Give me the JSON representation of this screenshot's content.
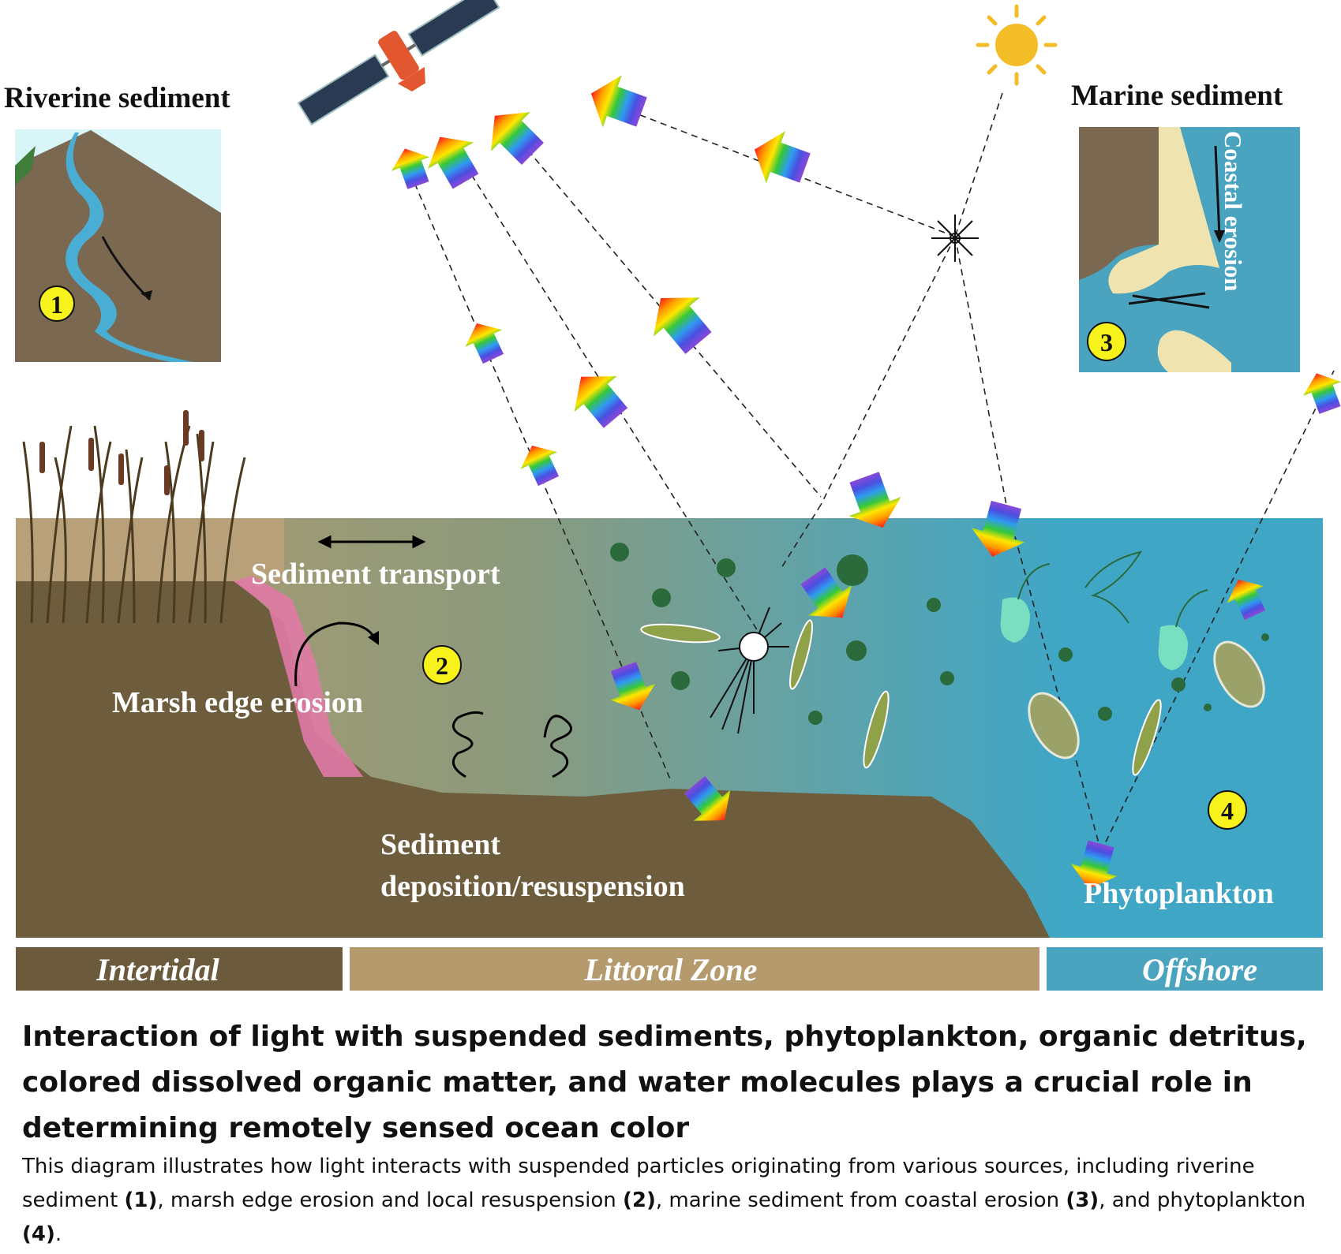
{
  "labels": {
    "riverine": "Riverine sediment",
    "marine": "Marine sediment",
    "coastal_erosion": "Coastal erosion",
    "sediment_transport": "Sediment transport",
    "marsh_edge_erosion": "Marsh edge erosion",
    "deposition_line1": "Sediment",
    "deposition_line2": "deposition/resuspension",
    "phytoplankton": "Phytoplankton"
  },
  "markers": {
    "m1": "1",
    "m2": "2",
    "m3": "3",
    "m4": "4"
  },
  "zones": {
    "intertidal": "Intertidal",
    "littoral": "Littoral Zone",
    "offshore": "Offshore"
  },
  "caption": {
    "title": "Interaction of light with suspended sediments, phytoplankton, organic detritus, colored dissolved organic matter, and water molecules plays a crucial role in determining remotely sensed ocean color",
    "body_1": "This diagram illustrates how light interacts with suspended particles originating from various sources, including riverine sediment ",
    "ref_1": "(1)",
    "body_2": ", marsh edge erosion and local resuspension ",
    "ref_2": "(2)",
    "body_3": ", marine sediment from coastal erosion ",
    "ref_3": "(3)",
    "body_4": ", and phytoplankton ",
    "ref_4": "(4)",
    "body_5": "."
  },
  "colors": {
    "intertidal": "#6b5b3c",
    "littoral": "#b59a6e",
    "offshore": "#4aa3bf",
    "sediment": "#6e5d3d",
    "water": "#3fa6c6",
    "marsh_erosion": "#e07aa6",
    "sun": "#f2bd27",
    "marker": "#f7f21b"
  }
}
